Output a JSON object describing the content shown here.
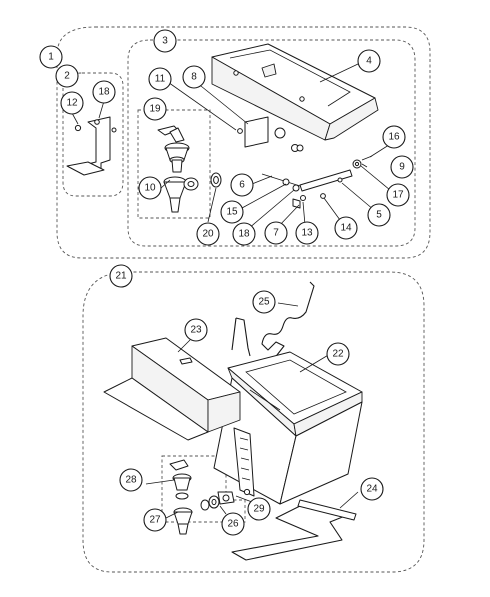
{
  "callouts": {
    "c1": "1",
    "c2": "2",
    "c3": "3",
    "c4": "4",
    "c5": "5",
    "c6": "6",
    "c7": "7",
    "c8": "8",
    "c9": "9",
    "c10": "10",
    "c11": "11",
    "c12": "12",
    "c13": "13",
    "c14": "14",
    "c15": "15",
    "c16": "16",
    "c17": "17",
    "c18a": "18",
    "c18b": "18",
    "c19": "19",
    "c20": "20",
    "c21": "21",
    "c22": "22",
    "c23": "23",
    "c24": "24",
    "c25": "25",
    "c26": "26",
    "c27": "27",
    "c28": "28",
    "c29": "29"
  }
}
